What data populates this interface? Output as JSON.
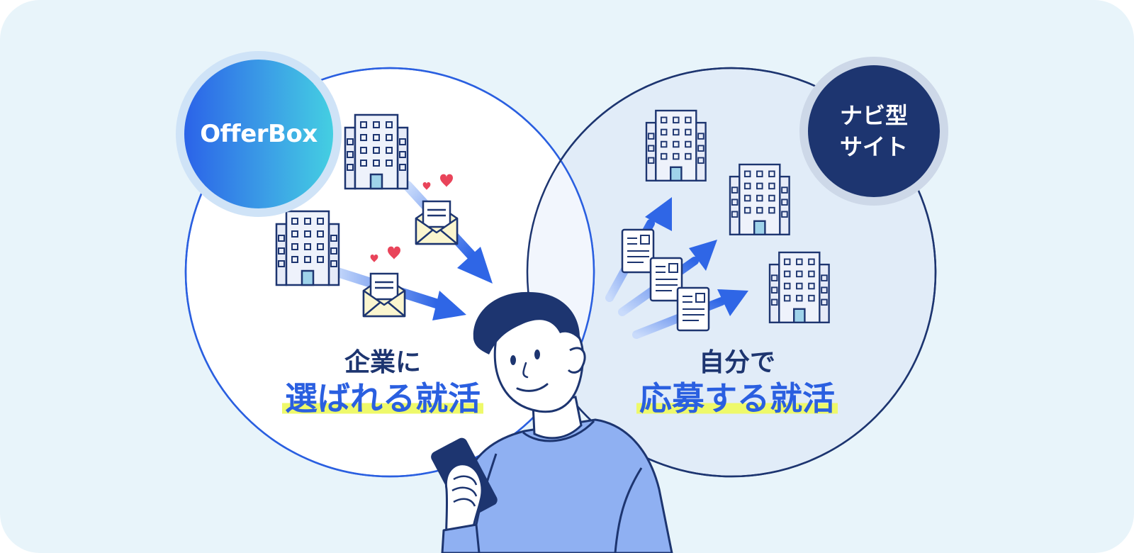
{
  "left_section": {
    "badge_label": "OfferBox",
    "caption_line1": "企業に",
    "caption_line2": "選ばれる就活",
    "icons": [
      "building-icon",
      "envelope-icon",
      "heart-icon",
      "arrow-icon"
    ]
  },
  "right_section": {
    "badge_line1": "ナビ型",
    "badge_line2": "サイト",
    "caption_line1": "自分で",
    "caption_line2": "応募する就活",
    "icons": [
      "building-icon",
      "document-icon",
      "arrow-icon"
    ]
  },
  "colors": {
    "background": "#e8f4fa",
    "navy": "#1d3570",
    "accent_blue": "#2a5fe0",
    "highlight_yellow": "#eef96a",
    "heart_red": "#e9445a",
    "person_shirt": "#8fb0f2"
  }
}
